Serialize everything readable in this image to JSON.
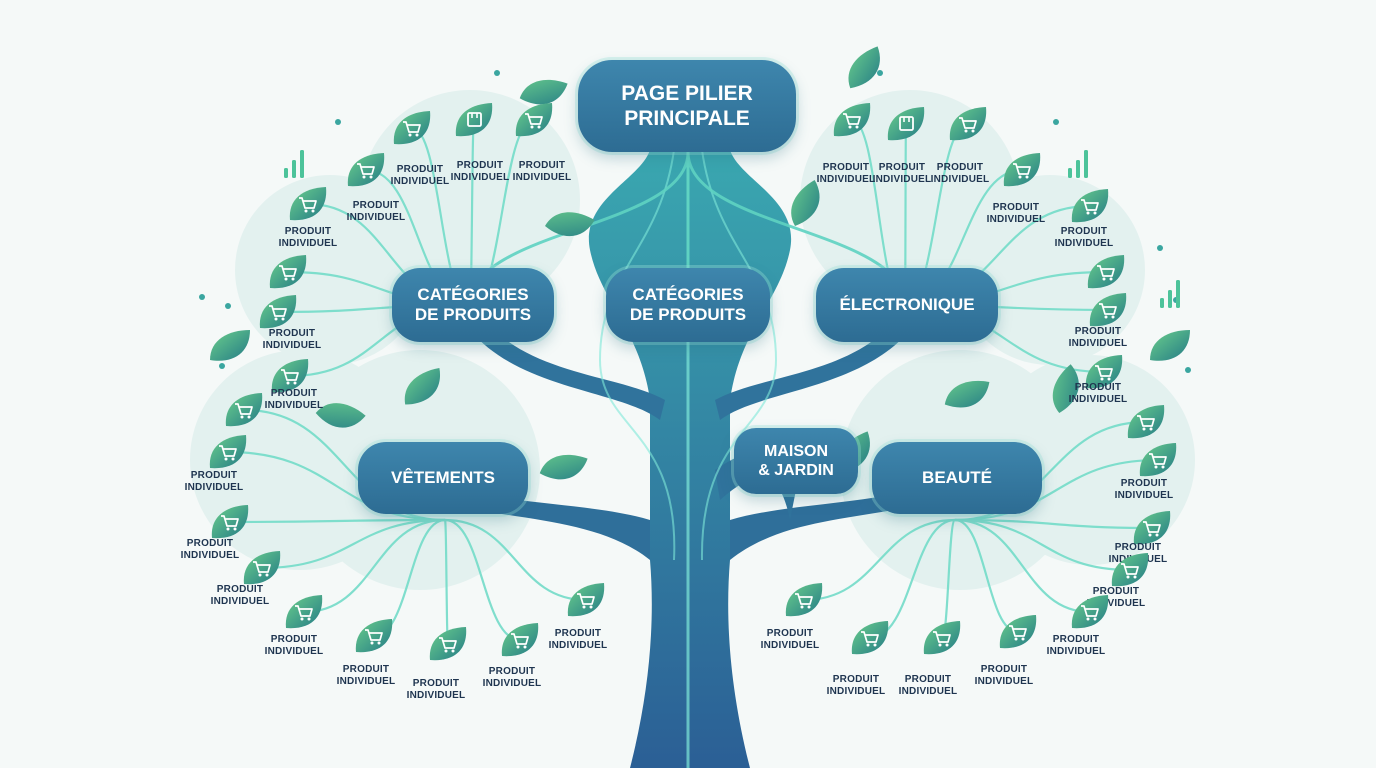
{
  "pillar": {
    "line1": "PAGE PILIER",
    "line2": "PRINCIPALE"
  },
  "categories": {
    "left_top": {
      "line1": "CATÉGORIES",
      "line2": "DE PRODUITS"
    },
    "center": {
      "line1": "CATÉGORIES",
      "line2": "DE PRODUITS"
    },
    "electronics": "ÉLECTRONIQUE",
    "clothing": "VÊTEMENTS",
    "home": {
      "line1": "MAISON",
      "line2": "& JARDIN"
    },
    "beauty": "BEAUTÉ"
  },
  "product_label": {
    "line1": "PRODUIT",
    "line2": "INDIVIDUEL"
  },
  "icons": {
    "cart": "shopping-cart-icon",
    "box": "package-icon",
    "chart": "bar-chart-icon"
  },
  "colors": {
    "node": "#2d6c93",
    "trunk": "#2f6f9a",
    "branch_glow": "#6fe3d0",
    "leaf_light": "#5cc08a",
    "leaf_dark": "#2a7f86",
    "label": "#1f3550"
  }
}
